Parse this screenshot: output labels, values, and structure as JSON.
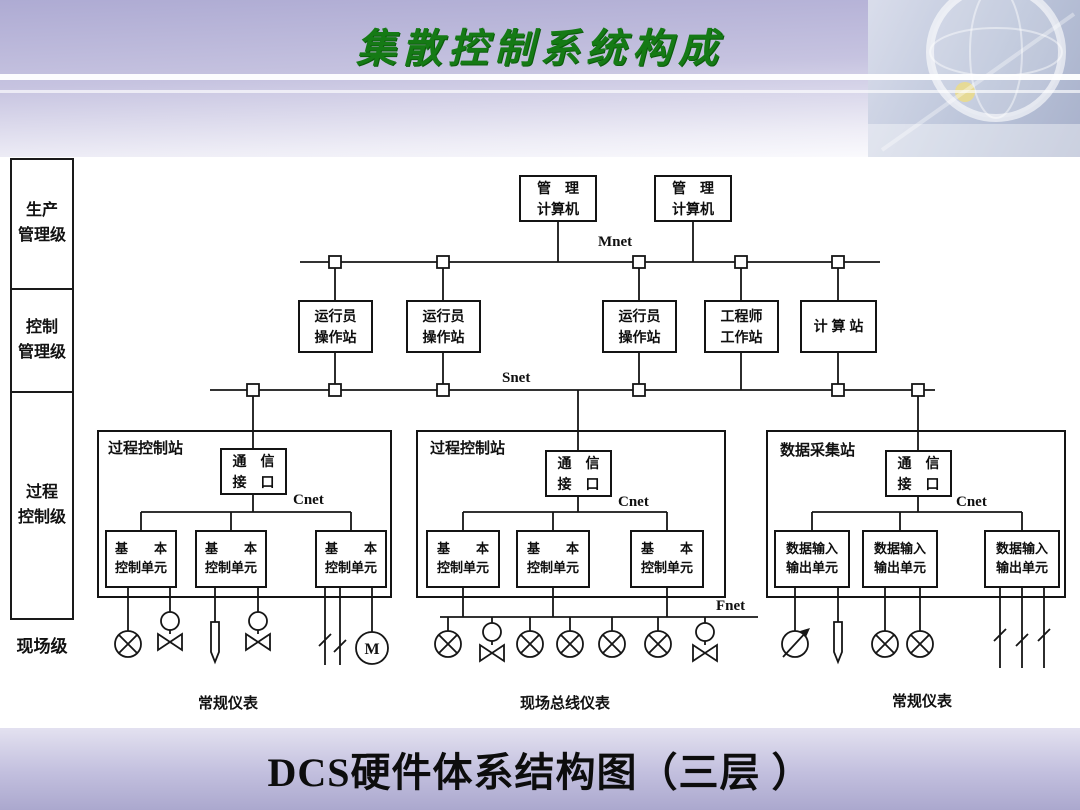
{
  "header": {
    "title": "集散控制系统构成"
  },
  "footer": {
    "caption": "DCS硬件体系结构图（三层 ）"
  },
  "levels": {
    "production": "生产\n管理级",
    "control": "控制\n管理级",
    "process": "过程\n控制级",
    "field": "现场级"
  },
  "nets": {
    "mnet": "Mnet",
    "snet": "Snet",
    "fnet": "Fnet"
  },
  "mgmt": {
    "computer1": "管　理\n计算机",
    "computer2": "管　理\n计算机"
  },
  "workstations": {
    "operator1": "运行员\n操作站",
    "operator2": "运行员\n操作站",
    "operator3": "运行员\n操作站",
    "engineer": "工程师\n工作站",
    "computing": "计 算 站"
  },
  "stations": {
    "s1": {
      "title": "过程控制站",
      "comm": "通　信\n接　口",
      "cnet": "Cnet",
      "u1": "基　　本\n控制单元",
      "u2": "基　　本\n控制单元",
      "u3": "基　　本\n控制单元",
      "caption": "常规仪表"
    },
    "s2": {
      "title": "过程控制站",
      "comm": "通　信\n接　口",
      "cnet": "Cnet",
      "u1": "基　　本\n控制单元",
      "u2": "基　　本\n控制单元",
      "u3": "基　　本\n控制单元",
      "caption": "现场总线仪表"
    },
    "s3": {
      "title": "数据采集站",
      "comm": "通　信\n接　口",
      "cnet": "Cnet",
      "u1": "数据输入\n输出单元",
      "u2": "数据输入\n输出单元",
      "u3": "数据输入\n输出单元",
      "caption": "常规仪表"
    }
  },
  "motor": {
    "label": "M"
  }
}
